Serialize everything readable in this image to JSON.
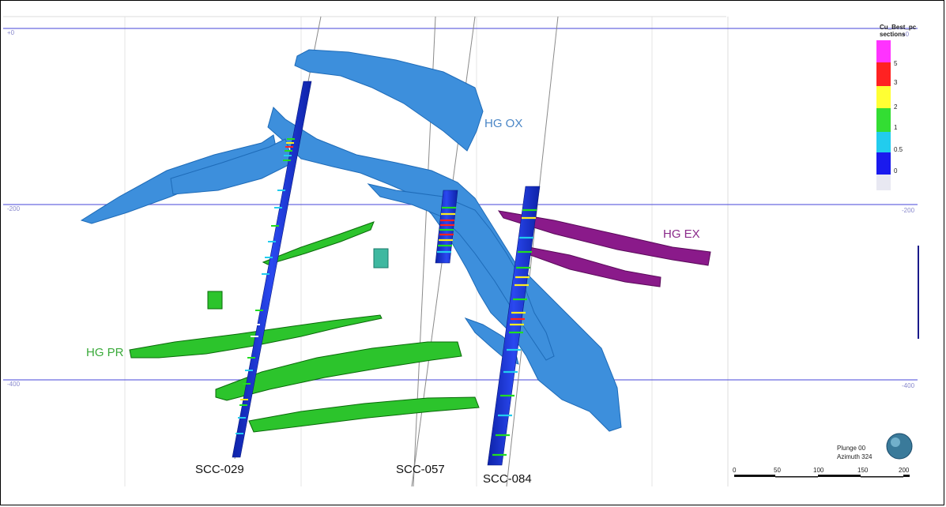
{
  "depth_markers": [
    "+0",
    "-200",
    "-400"
  ],
  "depth_markers_right": [
    "+0",
    "-200",
    "-400"
  ],
  "drillholes": [
    "SCC-029",
    "SCC-057",
    "SCC-084"
  ],
  "zones": {
    "hg_ox": {
      "label": "HG OX",
      "color": "#4a86c6"
    },
    "hg_ex": {
      "label": "HG EX",
      "color": "#8a2a8a"
    },
    "hg_pr": {
      "label": "HG PR",
      "color": "#3aaa3a"
    }
  },
  "legend": {
    "title_line1": "Cu_Best_pc",
    "title_line2": "sections",
    "entries": [
      {
        "label": "5",
        "color": "#ff33ff"
      },
      {
        "label": "3",
        "color": "#ff2222"
      },
      {
        "label": "2",
        "color": "#ffff33"
      },
      {
        "label": "1",
        "color": "#33dd33"
      },
      {
        "label": "0.5",
        "color": "#22ccee"
      },
      {
        "label": "0",
        "color": "#1a1aee"
      },
      {
        "label": "",
        "color": "#e8e8f2"
      }
    ]
  },
  "scale_bar": {
    "ticks": [
      "0",
      "50",
      "100",
      "150",
      "200"
    ]
  },
  "view": {
    "plunge": "Plunge 00",
    "azimuth": "Azimuth 324"
  },
  "colors": {
    "grid_line": "#6a6ae0",
    "grid_vertical": "#e4e4e4",
    "ore_body": "#3d8fdc",
    "ore_body_edge": "#1e6bb8",
    "hg_pr_fill": "#2cc42c",
    "hg_ex_fill": "#8a1a8a"
  }
}
